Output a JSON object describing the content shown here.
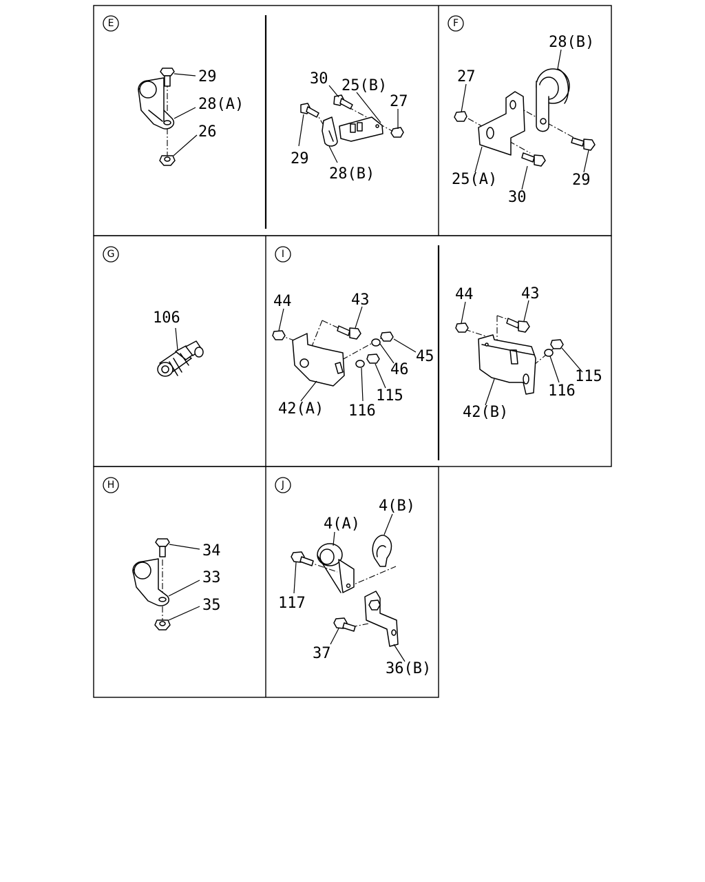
{
  "sections": {
    "E": "E",
    "F": "F",
    "G": "G",
    "H": "H",
    "I": "I",
    "J": "J"
  },
  "labels": {
    "e_29": "29",
    "e_28a": "28(A)",
    "e_26": "26",
    "e2_30": "30",
    "e2_25b": "25(B)",
    "e2_27": "27",
    "e2_29": "29",
    "e2_28b": "28(B)",
    "f_28b": "28(B)",
    "f_27": "27",
    "f_25a": "25(A)",
    "f_30": "30",
    "f_29": "29",
    "g_106": "106",
    "i_44": "44",
    "i_43": "43",
    "i_45": "45",
    "i_46": "46",
    "i_115": "115",
    "i_116": "116",
    "i_42a": "42(A)",
    "i2_44": "44",
    "i2_43": "43",
    "i2_115": "115",
    "i2_116": "116",
    "i2_42b": "42(B)",
    "h_34": "34",
    "h_33": "33",
    "h_35": "35",
    "j_4a": "4(A)",
    "j_4b": "4(B)",
    "j_117": "117",
    "j_37": "37",
    "j_36b": "36(B)"
  }
}
